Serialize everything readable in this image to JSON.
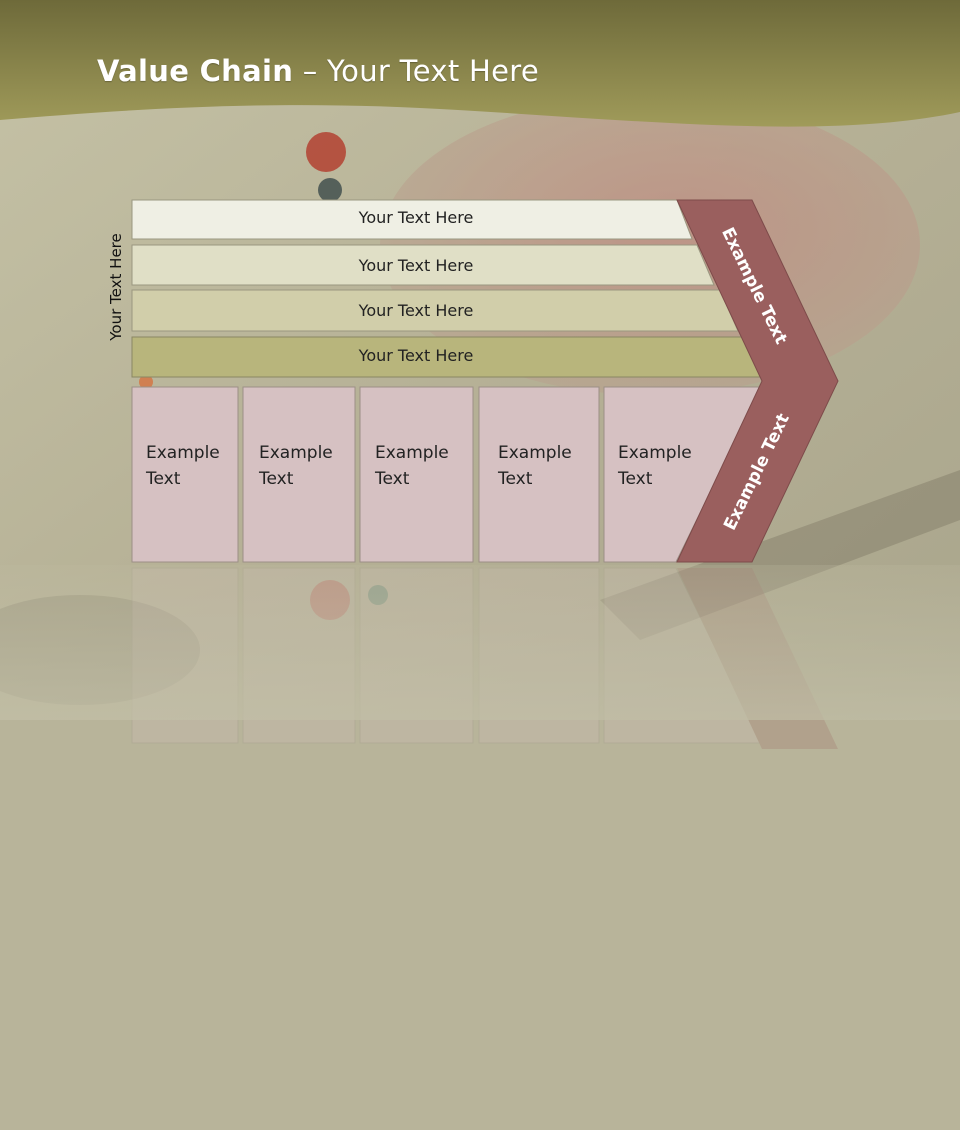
{
  "slide": {
    "title_bold": "Value Chain",
    "title_rest": " – Your Text Here",
    "vertical_label": "Your Text Here"
  },
  "bars": [
    {
      "label": "Your Text Here",
      "color": "#efefe4"
    },
    {
      "label": "Your Text Here",
      "color": "#e0dfc6"
    },
    {
      "label": "Your Text Here",
      "color": "#d1ceaa"
    },
    {
      "label": "Your Text Here",
      "color": "#b8b57c"
    }
  ],
  "columns": [
    {
      "line1": "Example",
      "line2": "Text"
    },
    {
      "line1": "Example",
      "line2": "Text"
    },
    {
      "line1": "Example",
      "line2": "Text"
    },
    {
      "line1": "Example",
      "line2": "Text"
    },
    {
      "line1": "Example",
      "line2": "Text"
    }
  ],
  "chevron": {
    "upper_label": "Example Text",
    "lower_label": "Example Text",
    "color": "#9a5f5e"
  },
  "colors": {
    "header_band": "#9f9a58",
    "column_fill": "#d6c1c2",
    "column_border": "#9c8f86"
  }
}
